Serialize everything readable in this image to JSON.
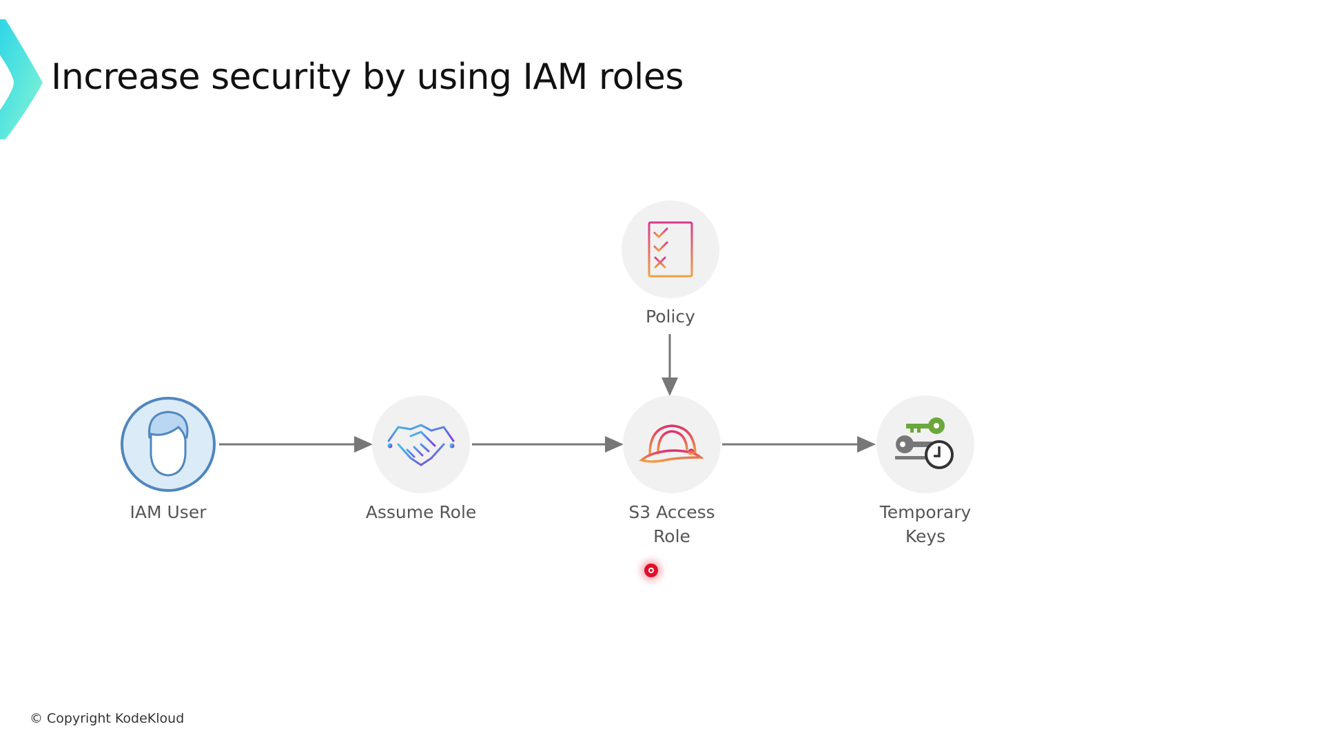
{
  "title": "Increase security by using IAM roles",
  "nodes": {
    "iam_user": {
      "label": "IAM User",
      "icon": "user-icon"
    },
    "assume_role": {
      "label": "Assume Role",
      "icon": "handshake-icon"
    },
    "s3_role": {
      "label_line1": "S3 Access",
      "label_line2": "Role",
      "icon": "hard-hat-icon"
    },
    "temp_keys": {
      "label_line1": "Temporary",
      "label_line2": "Keys",
      "icon": "keys-clock-icon"
    },
    "policy": {
      "label": "Policy",
      "icon": "checklist-icon"
    }
  },
  "footer": {
    "copyright": "© Copyright KodeKloud"
  },
  "colors": {
    "accent_start": "#3fd8e0",
    "accent_end": "#7ff0d8",
    "arrow": "#777777",
    "user_blue": "#4f87bd"
  }
}
